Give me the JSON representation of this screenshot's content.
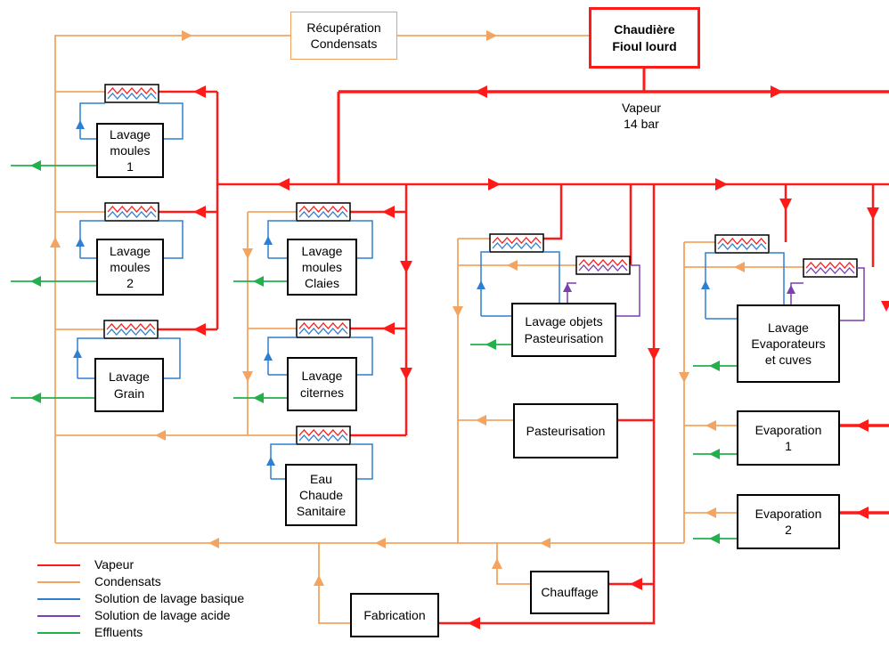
{
  "colors": {
    "steam": "#ff1a1a",
    "condensate": "#f4a460",
    "basic": "#2f7fd0",
    "acid": "#7a3fb0",
    "effluent": "#22b04b"
  },
  "boiler": {
    "label": "Chaudière\nFioul lourd"
  },
  "recovery": {
    "label": "Récupération\nCondensats"
  },
  "steam_label": "Vapeur\n14 bar",
  "units": {
    "lavage_moules_1": "Lavage\nmoules\n1",
    "lavage_moules_2": "Lavage\nmoules\n2",
    "lavage_grain": "Lavage\nGrain",
    "lavage_moules_claies": "Lavage\nmoules\nClaies",
    "lavage_citernes": "Lavage\nciternes",
    "eau_chaude_sanitaire": "Eau\nChaude\nSanitaire",
    "lavage_objets_pasteurisation": "Lavage objets\nPasteurisation",
    "pasteurisation": "Pasteurisation",
    "chauffage": "Chauffage",
    "fabrication": "Fabrication",
    "lavage_evaporateurs": "Lavage\nEvaporateurs\net cuves",
    "evaporation_1": "Evaporation\n1",
    "evaporation_2": "Evaporation\n2"
  },
  "legend": [
    {
      "label": "Vapeur",
      "color": "#ff1a1a"
    },
    {
      "label": "Condensats",
      "color": "#f4a460"
    },
    {
      "label": "Solution de lavage basique",
      "color": "#2f7fd0"
    },
    {
      "label": "Solution de lavage acide",
      "color": "#7a3fb0"
    },
    {
      "label": "Effluents",
      "color": "#22b04b"
    }
  ]
}
